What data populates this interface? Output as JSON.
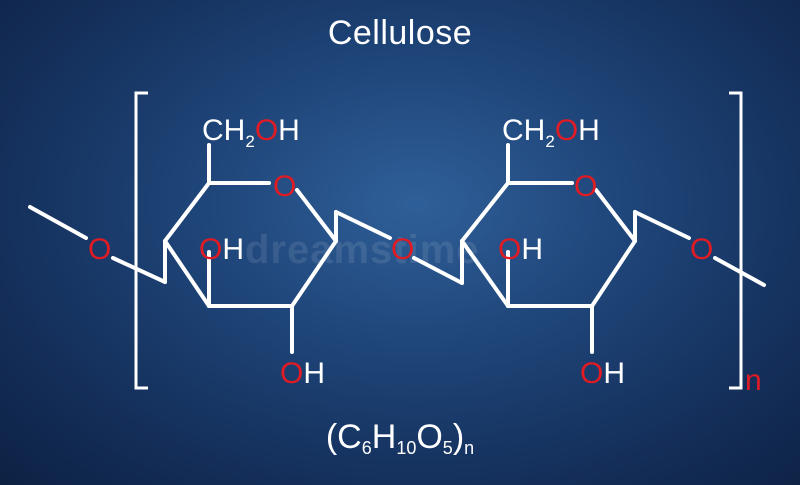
{
  "title": "Cellulose",
  "formula": {
    "open": "(",
    "c": "C",
    "c_sub": "6",
    "h": "H",
    "h_sub": "10",
    "o": "O",
    "o_sub": "5",
    "close": ")",
    "n": "n"
  },
  "labels": {
    "ch2oh_c": "CH",
    "ch2oh_sub": "2",
    "ch2oh_o": "O",
    "ch2oh_h": "H",
    "oxygen": "O",
    "hydroxyl_o": "O",
    "hydroxyl_h": "H",
    "repeat_n": "n"
  },
  "watermark": "dreamstime",
  "colors": {
    "background": "#1e4478",
    "bond": "#ffffff",
    "oxygen": "#e01b24",
    "text": "#ffffff"
  }
}
